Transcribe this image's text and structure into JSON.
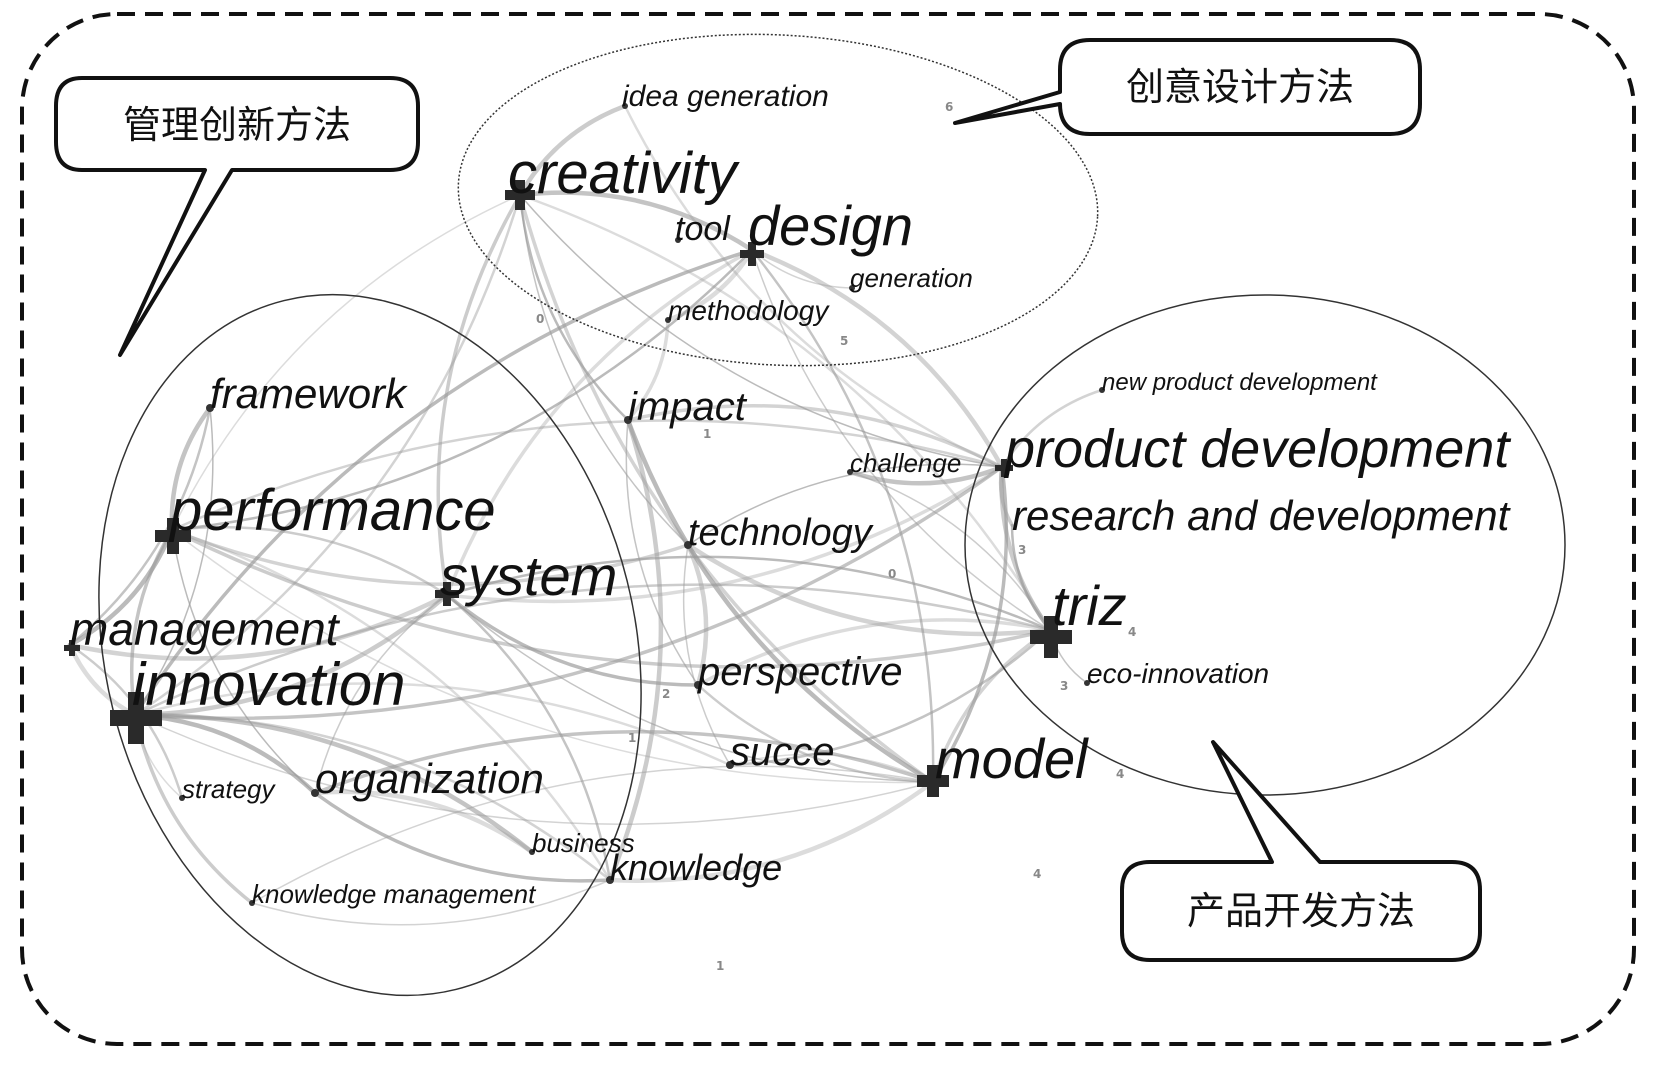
{
  "callouts": {
    "management": "管理创新方法",
    "design": "创意设计方法",
    "product": "产品开发方法"
  },
  "keywords": {
    "idea_generation": "idea generation",
    "creativity": "creativity",
    "tool": "tool",
    "design": "design",
    "generation": "generation",
    "methodology": "methodology",
    "framework": "framework",
    "impact": "impact",
    "new_product_development": "new product development",
    "product_development": "product development",
    "challenge": "challenge",
    "performance": "performance",
    "research_and_development": "research and development",
    "technology": "technology",
    "system": "system",
    "triz": "triz",
    "management": "management",
    "perspective": "perspective",
    "innovation": "innovation",
    "eco_innovation": "eco-innovation",
    "succe": "succe",
    "model": "model",
    "strategy": "strategy",
    "organization": "organization",
    "business": "business",
    "knowledge": "knowledge",
    "knowledge_management": "knowledge management"
  },
  "edge_numbers": {
    "n6": "6",
    "n0a": "0",
    "n5": "5",
    "n1a": "1",
    "n3a": "3",
    "n0b": "0",
    "n4a": "4",
    "n3b": "3",
    "n2": "2",
    "n1b": "1",
    "n4b": "4",
    "n4c": "4",
    "n1c": "1"
  },
  "colors": {
    "edge": "#9a9a9a",
    "node": "#2a2a2a",
    "text": "#111111",
    "border": "#111111"
  }
}
